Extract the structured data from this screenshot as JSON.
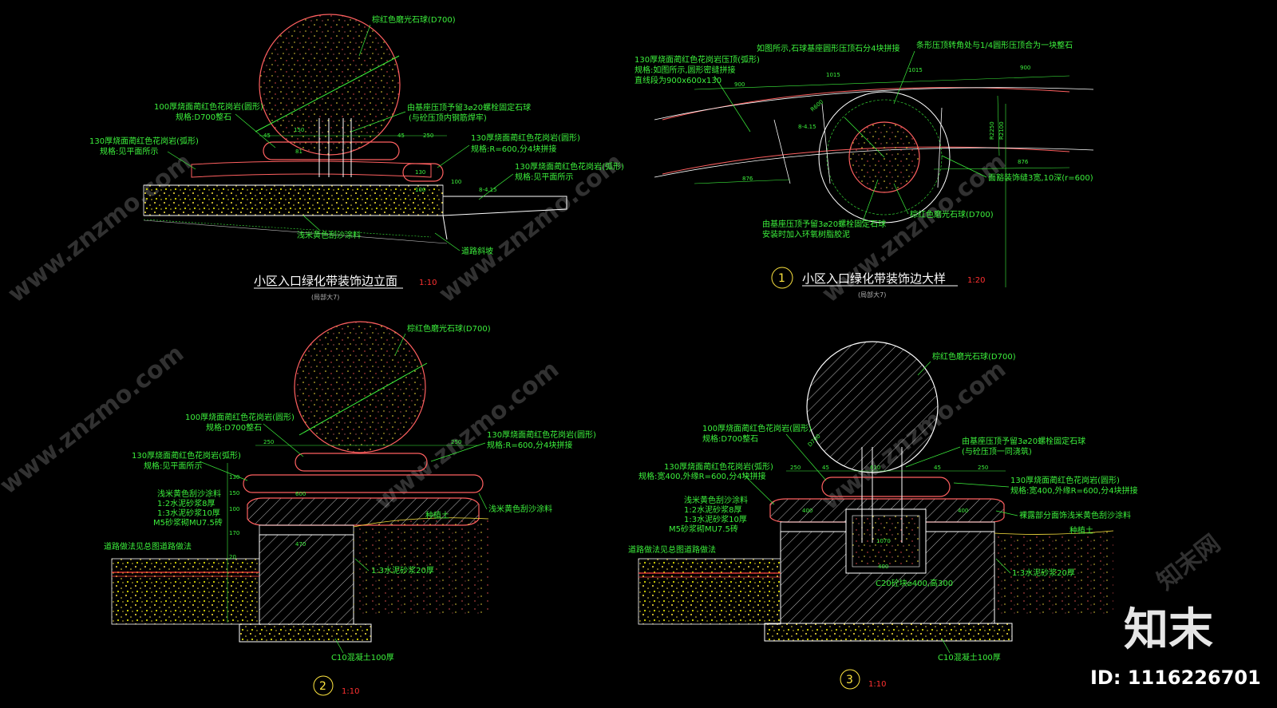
{
  "colors": {
    "bg": "#000000",
    "line": "#3cf03c",
    "outline": "#ff6060",
    "fill": "#ffe640",
    "white": "#ffffff",
    "red": "#ff3030"
  },
  "view_tl": {
    "title": "小区入口绿化带装饰边立面",
    "scale": "1:10",
    "sub": "(局部大7)",
    "ball": "棕红色磨光石球(D700)",
    "base1a": "100厚烧面蔺红色花岗岩(圆形)",
    "base1b": "规格:D700整石",
    "curb_a": "130厚烧面蔺红色花岗岩(弧形)",
    "curb_b": "规格:见平面所示",
    "bolt_a": "由基座压顶予留3⌀20螺栓固定石球",
    "bolt_b": "(与砼压顶内钢筋焊牢)",
    "ring_a": "130厚烧面蔺红色花岗岩(圆形)",
    "ring_b": "规格:R=600,分4块拼接",
    "arc_a": "130厚烧面蔺红色花岗岩(弧形)",
    "arc_b": "规格:见平面所示",
    "sand": "浅米黄色刮沙涂料",
    "slope": "道路斜坡",
    "d1": "45",
    "d2": "250",
    "d3": "45",
    "d4": "130",
    "d5": "100",
    "d6": "100",
    "d7": "150",
    "d8": "81",
    "d9": "8-4.15"
  },
  "view_tr": {
    "num": "1",
    "title": "小区入口绿化带装饰边大样",
    "scale": "1:20",
    "sub": "(局部大7)",
    "note_a": "如图所示,石球基座圆形压顶石分4块拼接",
    "note_b": "条形压顶转角处与1/4圆形压顶合为一块整石",
    "top_a": "130厚烧面蔺红色花岗岩压顶(弧形)",
    "top_b": "规格:如图所示,圆形密缝拼接",
    "top_c": "直线段为900x600x130",
    "face": "面豁装饰缝3宽,10深(r=600)",
    "bolt_a": "由基座压顶予留3⌀20螺栓固定石球",
    "bolt_b": "安装时加入环氧树脂胶泥",
    "ball": "棕红色磨光石球(D700)",
    "d1": "900",
    "d2": "1015",
    "d3": "1015",
    "d4": "900",
    "d5": "876",
    "d6": "876",
    "d7": "R2250",
    "d8": "R2100",
    "d9": "R600",
    "d10": "8-4.15"
  },
  "view_bl": {
    "num": "2",
    "scale": "1:10",
    "ball": "棕红色磨光石球(D700)",
    "base_a": "100厚烧面蔺红色花岗岩(圆形)",
    "base_b": "规格:D700整石",
    "ring_a": "130厚烧面蔺红色花岗岩(圆形)",
    "ring_b": "规格:R=600,分4块拼接",
    "arc_a": "130厚烧面蔺红色花岗岩(弧形)",
    "arc_b": "规格:见平面所示",
    "l1": "浅米黄色刮沙涂料",
    "l2": "1:2水泥砂浆8厚",
    "l3": "1:3水泥砂浆10厚",
    "l4": "M5砂浆砌MU7.5砖",
    "road": "道路做法见总图道路做法",
    "sand": "浅米黄色刮沙涂料",
    "soil": "种植土",
    "mortar": "1:3水泥砂浆20厚",
    "conc": "C10混凝土100厚",
    "d1": "250",
    "d2": "250",
    "d3": "600",
    "d4": "470",
    "d5": "130",
    "d6": "150",
    "d7": "100",
    "d8": "170",
    "d9": "20"
  },
  "view_br": {
    "num": "3",
    "scale": "1:10",
    "ball": "棕红色磨光石球(D700)",
    "base_a": "100厚烧面蔺红色花岗岩(圆形)",
    "base_b": "规格:D700整石",
    "bolt_a": "由基座压顶予留3⌀20螺栓固定石球",
    "bolt_b": "(与砼压顶一同浇筑)",
    "arc_a": "130厚烧面蔺红色花岗岩(弧形)",
    "arc_b": "规格:宽400,外缘R=600,分4块拼接",
    "ring_a": "130厚烧面蔺红色花岗岩(圆形)",
    "ring_b": "规格:宽400,外缘R=600,分4块拼接",
    "l1": "浅米黄色刮沙涂料",
    "l2": "1:2水泥砂浆8厚",
    "l3": "1:3水泥砂浆10厚",
    "l4": "M5砂浆砌MU7.5砖",
    "road": "道路做法见总图道路做法",
    "expose": "裸露部分面饰浅米黄色刮沙涂料",
    "soil": "种植土",
    "mortar": "1:3水泥砂浆20厚",
    "block": "C20砼块⌀400,高300",
    "conc": "C10混凝土100厚",
    "d1": "250",
    "d2": "45",
    "d3": "610",
    "d4": "45",
    "d5": "250",
    "d6": "400",
    "d7": "400",
    "d8": "1070",
    "d9": "400",
    "d10": "D700"
  },
  "watermark": {
    "site": "www.znzmo.com",
    "cn": "知末网"
  },
  "brand": {
    "logo": "知末",
    "id": "ID: 1116226701"
  }
}
